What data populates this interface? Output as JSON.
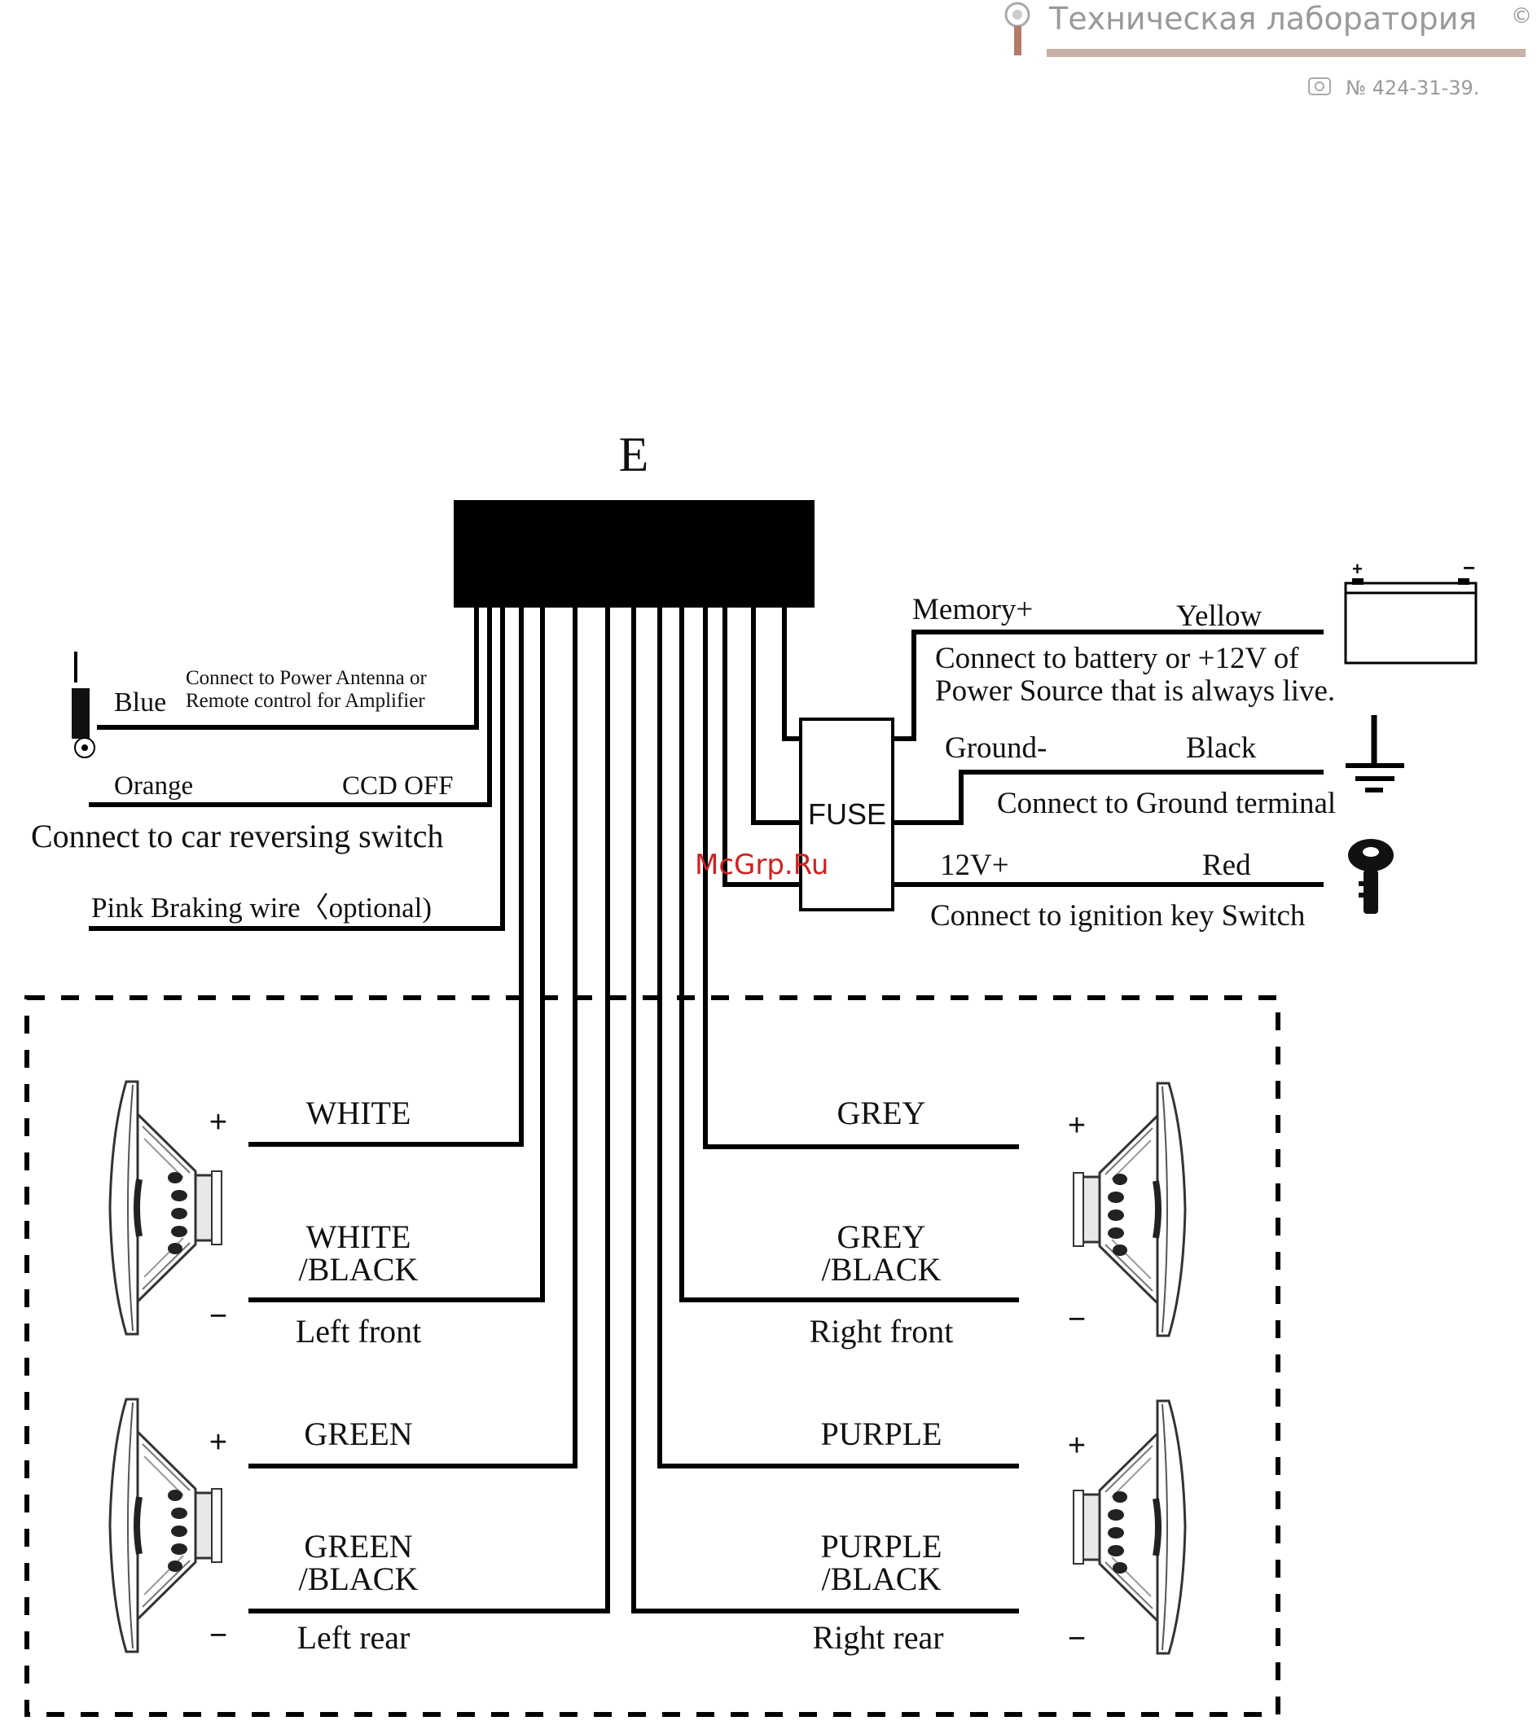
{
  "watermark": {
    "title": "Техническая лаборатория",
    "copyright": "©",
    "phone": "№ 424-31-39."
  },
  "connector_label": "E",
  "fuse_label": "FUSE",
  "center_watermark": "McGrp.Ru",
  "left_wires": {
    "blue_color": "Blue",
    "blue_desc_line1": "Connect to  Power Antenna or",
    "blue_desc_line2": "Remote control for Amplifier",
    "orange_color": "Orange",
    "orange_func": "CCD OFF",
    "orange_desc": "Connect to car reversing switch",
    "pink_label": "Pink  Braking wire〈optional)"
  },
  "right_wires": {
    "memory_label": "Memory+",
    "memory_color": "Yellow",
    "memory_desc_line1": "Connect to battery or +12V of",
    "memory_desc_line2": "Power Source that is always live.",
    "ground_label": "Ground-",
    "ground_color": "Black",
    "ground_desc": "Connect to Ground terminal",
    "ign_label": "12V+",
    "ign_color": "Red",
    "ign_desc": "Connect to ignition key Switch"
  },
  "speakers": {
    "left_front": {
      "plus_wire": "WHITE",
      "minus_wire_1": "WHITE",
      "minus_wire_2": "/BLACK",
      "name": "Left front"
    },
    "left_rear": {
      "plus_wire": "GREEN",
      "minus_wire_1": "GREEN",
      "minus_wire_2": "/BLACK",
      "name": "Left rear"
    },
    "right_front": {
      "plus_wire": "GREY",
      "minus_wire_1": "GREY",
      "minus_wire_2": "/BLACK",
      "name": "Right front"
    },
    "right_rear": {
      "plus_wire": "PURPLE",
      "minus_wire_1": "PURPLE",
      "minus_wire_2": "/BLACK",
      "name": "Right rear"
    },
    "plus_sign": "+",
    "minus_sign": "−"
  },
  "battery": {
    "plus_sign": "+",
    "minus_sign": "−"
  },
  "icons": [
    "antenna-icon",
    "battery-icon",
    "ground-icon",
    "ignition-key-icon",
    "speaker-icon",
    "lamp-icon",
    "phone-icon"
  ]
}
